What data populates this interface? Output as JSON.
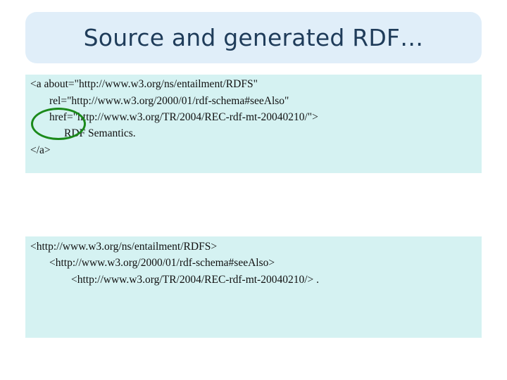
{
  "slide": {
    "title": "Source and generated RDF…"
  },
  "source_code": {
    "lines": [
      "<a about=\"http://www.w3.org/ns/entailment/RDFS\"",
      "rel=\"http://www.w3.org/2000/01/rdf-schema#seeAlso\"",
      "href=\"http://www.w3.org/TR/2004/REC-rdf-mt-20040210/\">",
      "RDF Semantics.",
      "</a>"
    ]
  },
  "generated_rdf": {
    "lines": [
      "<http://www.w3.org/ns/entailment/RDFS>",
      "<http://www.w3.org/2000/01/rdf-schema#seeAlso>",
      "<http://www.w3.org/TR/2004/REC-rdf-mt-20040210/> ."
    ]
  },
  "colors": {
    "title_bg": "#e0eef9",
    "title_text": "#1f3c5a",
    "code_bg": "#d5f2f2",
    "highlight": "#1b8a1b"
  }
}
